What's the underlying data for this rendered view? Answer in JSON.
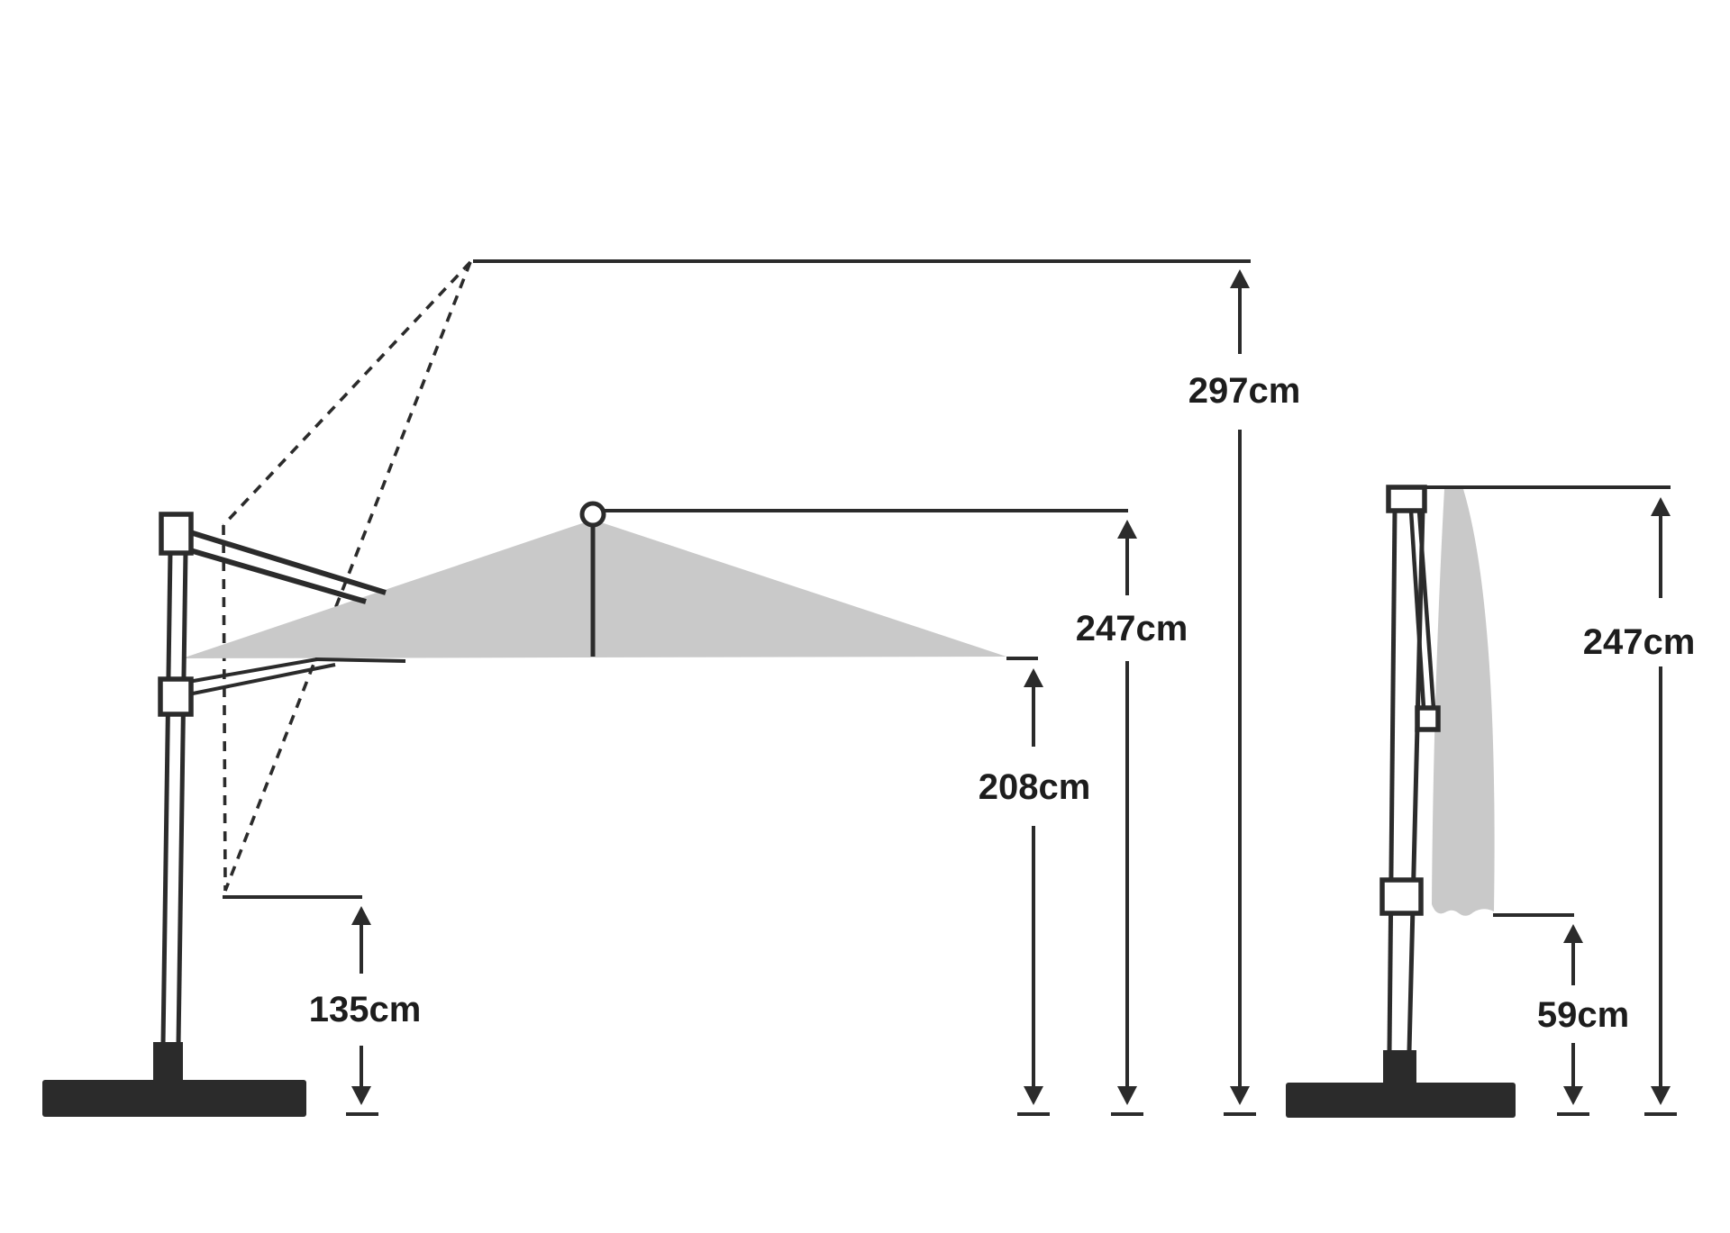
{
  "unit": "cm",
  "views": {
    "open": {
      "name": "cantilever parasol open side view",
      "dimensions": {
        "max_height": {
          "label": "297cm",
          "value": 297
        },
        "hub_height": {
          "label": "247cm",
          "value": 247
        },
        "edge_clearance": {
          "label": "208cm",
          "value": 208
        },
        "tilt_clearance": {
          "label": "135cm",
          "value": 135
        }
      }
    },
    "closed": {
      "name": "cantilever parasol closed side view",
      "dimensions": {
        "total_height": {
          "label": "247cm",
          "value": 247
        },
        "canopy_ground_gap": {
          "label": "59cm",
          "value": 59
        }
      }
    }
  },
  "colors": {
    "line": "#2b2b2b",
    "canopy_fill": "#c9c9c9",
    "text": "#1d1d1d",
    "background": "#ffffff"
  }
}
